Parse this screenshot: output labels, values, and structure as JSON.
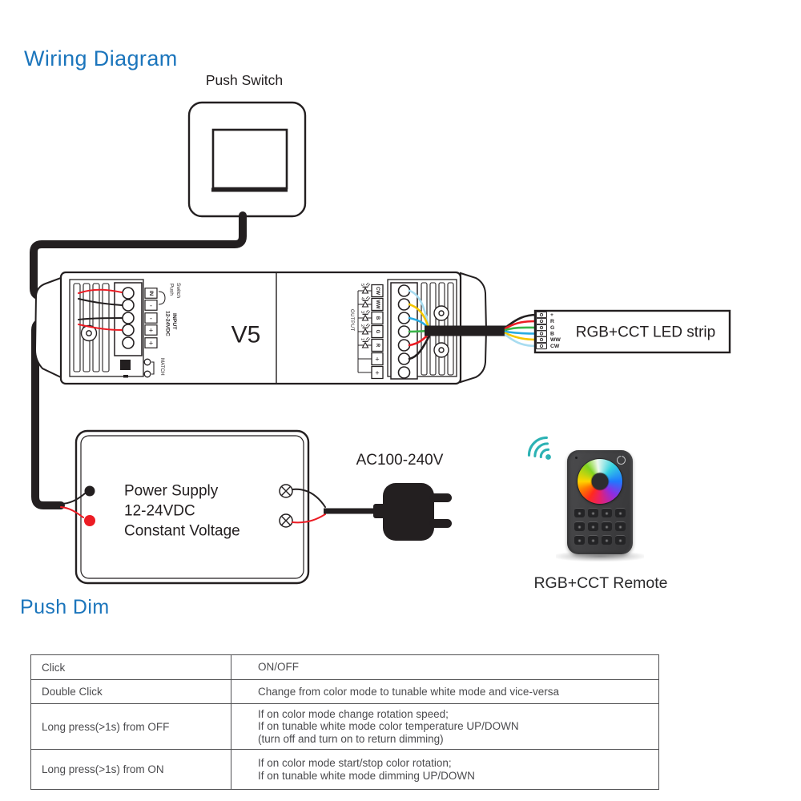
{
  "headings": {
    "wiring": "Wiring Diagram",
    "push_dim": "Push Dim"
  },
  "colors": {
    "accent_blue": "#1b75bc",
    "line_black": "#231f20",
    "wire_red": "#ec1c24",
    "wire_green": "#3ab54a",
    "wire_blue": "#29abe2",
    "wire_yellow": "#f6c700",
    "wire_light_blue": "#a8dcf0",
    "wire_black": "#231f20",
    "wifi_teal": "#2cb2b4"
  },
  "diagram": {
    "push_switch": {
      "label": "Push Switch"
    },
    "controller": {
      "model": "V5",
      "input": {
        "terminals": [
          "IN",
          "-",
          "-",
          "+",
          "+"
        ],
        "switch_label_line1": "Switch",
        "switch_label_line2": "Push",
        "input_label_line1": "INPUT",
        "input_label_line2": "12-24VDC",
        "match_label": "MATCH"
      },
      "output": {
        "label": "OUTPUT",
        "channels": [
          {
            "num": "5",
            "label": "CW"
          },
          {
            "num": "4",
            "label": "WW"
          },
          {
            "num": "3",
            "label": "B"
          },
          {
            "num": "2",
            "label": "G"
          },
          {
            "num": "1",
            "label": "R"
          }
        ],
        "plus_terminals": [
          "+",
          "+"
        ]
      }
    },
    "led_strip": {
      "label": "RGB+CCT LED strip",
      "pins": [
        "+",
        "R",
        "G",
        "B",
        "WW",
        "CW"
      ]
    },
    "power_supply": {
      "line1": "Power Supply",
      "line2": "12-24VDC",
      "line3": "Constant Voltage"
    },
    "ac_label": "AC100-240V",
    "remote": {
      "label": "RGB+CCT Remote"
    }
  },
  "table": {
    "rows": [
      {
        "action": "Click",
        "lines": [
          "ON/OFF"
        ]
      },
      {
        "action": "Double Click",
        "lines": [
          "Change from color mode to tunable white mode and vice-versa"
        ]
      },
      {
        "action": "Long press(>1s) from OFF",
        "lines": [
          "If on color mode change rotation speed;",
          "If on tunable white mode color temperature UP/DOWN",
          "(turn off and turn on to return dimming)"
        ]
      },
      {
        "action": "Long press(>1s) from ON",
        "lines": [
          "If on color mode start/stop color rotation;",
          "If on tunable white mode dimming UP/DOWN"
        ]
      }
    ]
  }
}
